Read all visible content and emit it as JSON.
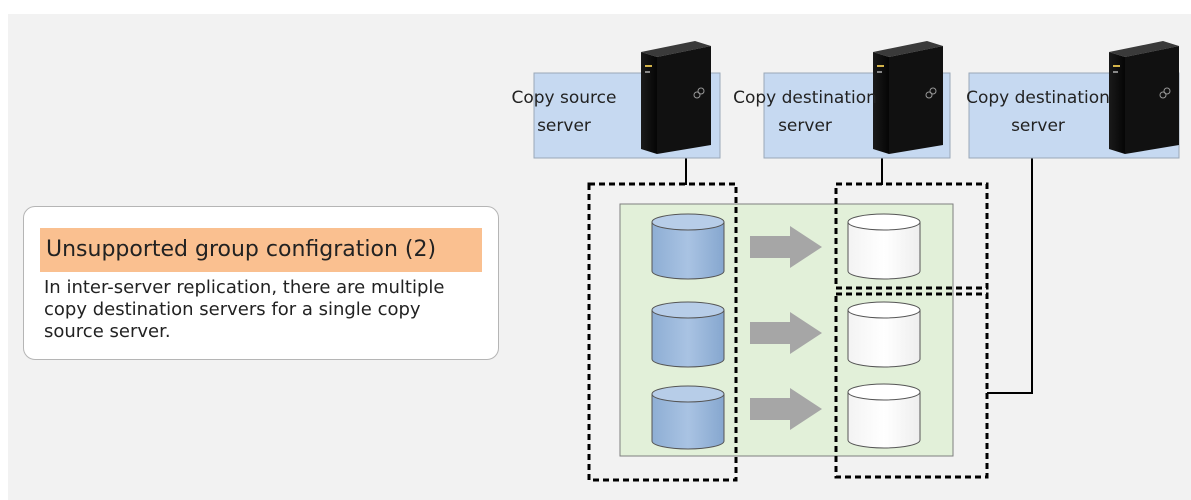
{
  "info": {
    "title": "Unsupported group configration (2)",
    "description": "In inter-server replication, there are multiple copy destination servers for a single copy source server."
  },
  "servers": [
    {
      "label_line1": "Copy source",
      "label_line2": "server"
    },
    {
      "label_line1": "Copy destination",
      "label_line2": "server"
    },
    {
      "label_line1": "Copy destination",
      "label_line2": "server"
    }
  ],
  "colors": {
    "background": "#f2f2f2",
    "server_box": "#c6d9f1",
    "volume_area": "#e2f0d9",
    "source_volume": "#95b3d7",
    "destination_volume": "#ffffff",
    "arrow": "#a6a6a6",
    "title_highlight": "#fac090"
  }
}
